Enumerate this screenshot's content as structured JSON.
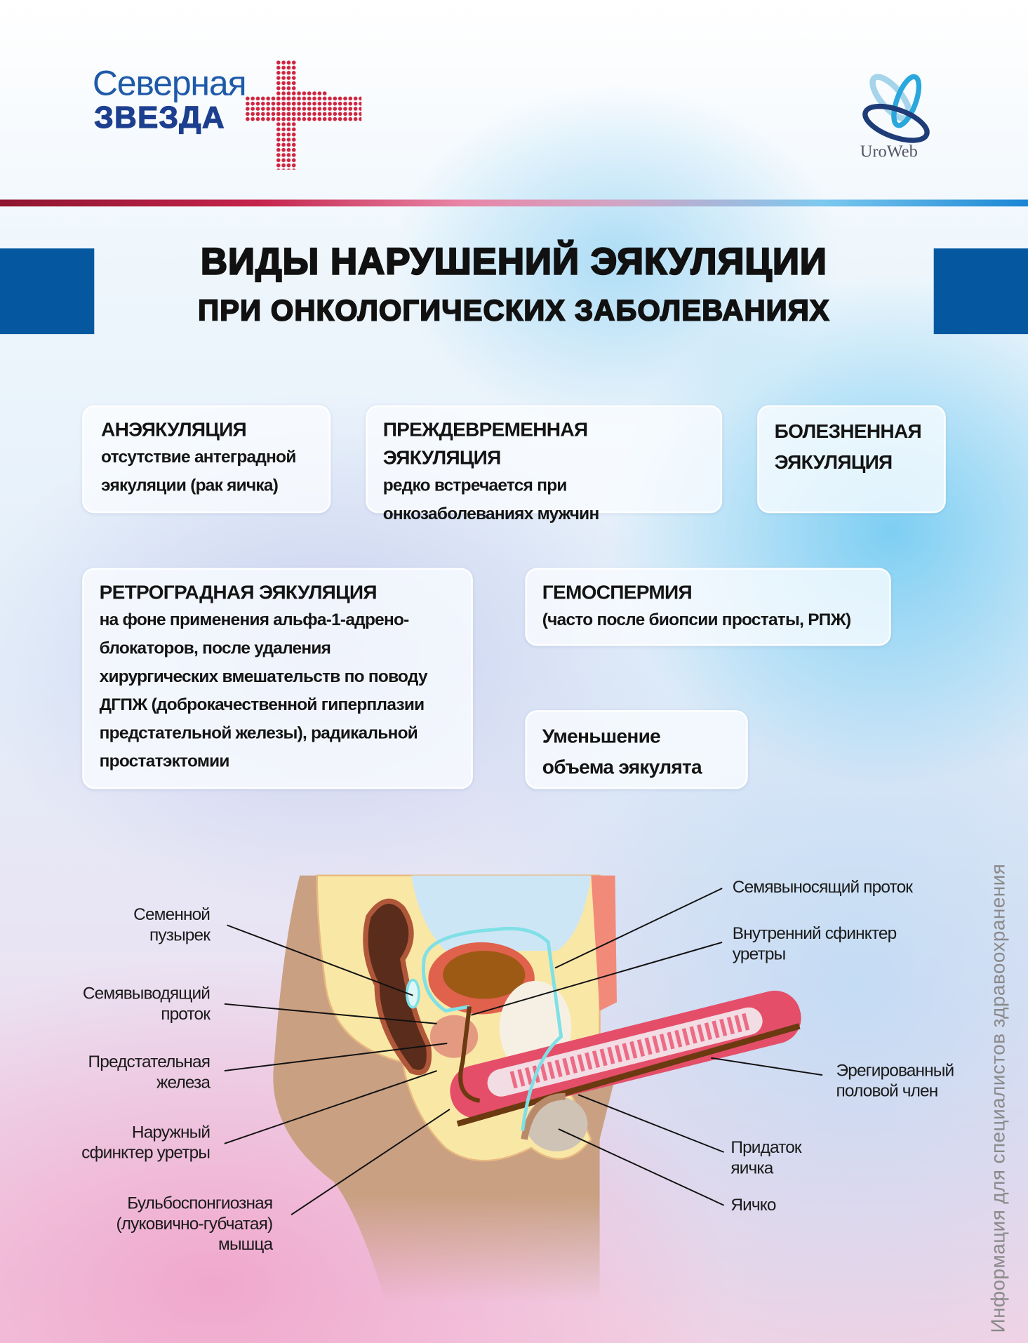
{
  "header": {
    "logo_left": {
      "line1": "Северная",
      "line2": "ЗВЕЗДА"
    },
    "logo_right": {
      "text": "UroWeb"
    }
  },
  "title": {
    "line1": "ВИДЫ НАРУШЕНИЙ ЭЯКУЛЯЦИИ",
    "line2": "ПРИ ОНКОЛОГИЧЕСКИХ ЗАБОЛЕВАНИЯХ"
  },
  "cards": [
    {
      "heading": "АНЭЯКУЛЯЦИЯ",
      "lines": [
        "отсутствие антеградной",
        "эякуляции (рак яичка)"
      ]
    },
    {
      "heading": "ПРЕЖДЕВРЕМЕННАЯ ЭЯКУЛЯЦИЯ",
      "lines": [
        "редко встречается при",
        "онкозаболеваниях мужчин"
      ]
    },
    {
      "heading_lines": [
        "БОЛЕЗНЕННАЯ",
        "ЭЯКУЛЯЦИЯ"
      ]
    },
    {
      "heading": "РЕТРОГРАДНАЯ ЭЯКУЛЯЦИЯ",
      "lines": [
        "на фоне применения альфа-1-адрено-",
        "блокаторов, после удаления",
        "хирургических вмешательств по поводу",
        "ДГПЖ (доброкачественной гиперплазии",
        "предстательной железы), радикальной",
        "простатэктомии"
      ]
    },
    {
      "heading": "ГЕМОСПЕРМИЯ",
      "lines": [
        "(часто после биопсии простаты, РПЖ)"
      ]
    },
    {
      "heading_lines": [
        "Уменьшение",
        "объема эякулята"
      ]
    }
  ],
  "diagram": {
    "labels_left": [
      [
        "Семенной",
        "пузырек"
      ],
      [
        "Семявыводящий",
        "проток"
      ],
      [
        "Предстательная",
        "железа"
      ],
      [
        "Наружный",
        "сфинктер уретры"
      ],
      [
        "Бульбоспонгиозная",
        "(луковично-губчатая)",
        "мышца"
      ]
    ],
    "labels_right": [
      [
        "Семявыносящий проток"
      ],
      [
        "Внутренний сфинктер",
        "уретры"
      ],
      [
        "Эрегированный",
        "половой член"
      ],
      [
        "Придаток",
        "яичка"
      ],
      [
        "Яичко"
      ]
    ]
  },
  "side_note": "Информация для специалистов здравоохранения",
  "colors": {
    "title_bar": "#0558a0",
    "logo_blue": "#1d4a9a",
    "logo_red": "#d0253f",
    "duct": "#7fe0e6"
  }
}
